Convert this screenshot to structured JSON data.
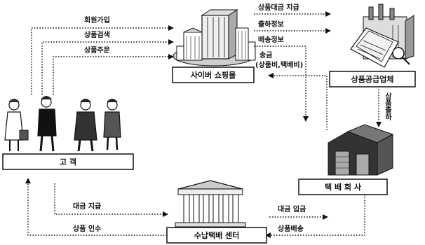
{
  "nodes": {
    "mall": "사이버 쇼핑몰",
    "supplier": "상품공급업체",
    "customer": "고 객",
    "delivery": "택 배 회 사",
    "center": "수납택배 센터"
  },
  "flows": {
    "signup": "회원가입",
    "search": "상품검색",
    "order": "상품주문",
    "payment_to_supplier": "상품대금 지급",
    "shipping_info": "출하정보",
    "delivery_info": "배송정보",
    "remit": "송금",
    "remit_detail": "(상품비,택배비)",
    "product_shipment": "상품출하",
    "pay_price": "대금 지급",
    "receive_goods": "상품 인수",
    "price_deposit": "대금 입금",
    "goods_delivery": "상품배송"
  }
}
